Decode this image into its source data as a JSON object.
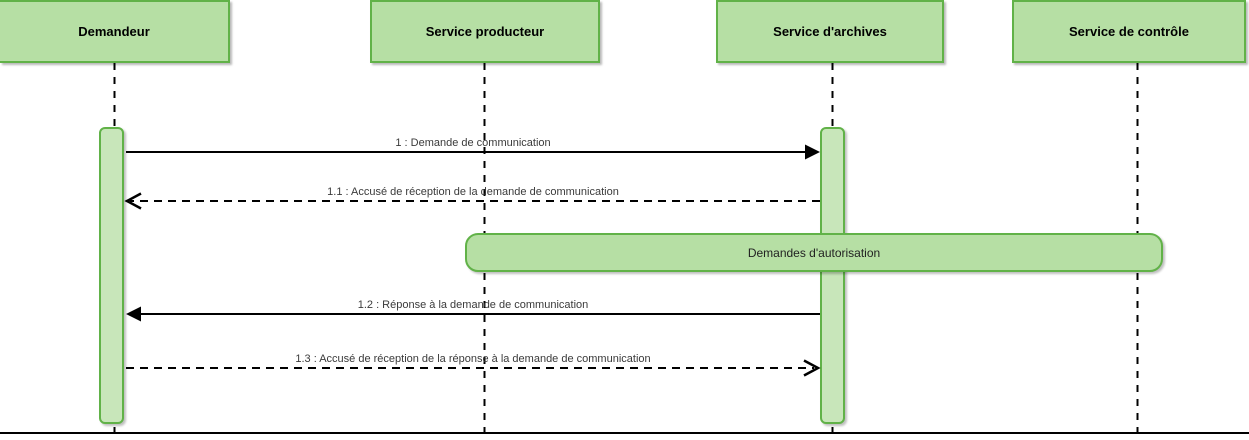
{
  "diagram_type": "uml-sequence",
  "actors": [
    {
      "name": "Demandeur"
    },
    {
      "name": "Service producteur"
    },
    {
      "name": "Service d'archives"
    },
    {
      "name": "Service de contrôle"
    }
  ],
  "messages": [
    {
      "label": "1 : Demande de communication",
      "from": "Demandeur",
      "to": "Service d'archives",
      "line": "solid",
      "arrowhead": "filled",
      "direction": "right"
    },
    {
      "label": "1.1 : Accusé de réception de la demande de communication",
      "from": "Service d'archives",
      "to": "Demandeur",
      "line": "dashed",
      "arrowhead": "open",
      "direction": "left"
    },
    {
      "label": "1.2 : Réponse à la demande de communication",
      "from": "Service d'archives",
      "to": "Demandeur",
      "line": "solid",
      "arrowhead": "filled",
      "direction": "left"
    },
    {
      "label": "1.3 : Accusé de réception de la réponse à la demande de communication",
      "from": "Demandeur",
      "to": "Service d'archives",
      "line": "dashed",
      "arrowhead": "open",
      "direction": "right"
    }
  ],
  "fragment": {
    "label": "Demandes d'autorisation"
  },
  "activations": [
    {
      "actor": "Demandeur"
    },
    {
      "actor": "Service d'archives"
    }
  ],
  "colors": {
    "actor_fill": "#b6dfa4",
    "actor_border": "#61b248",
    "activation_fill": "#c8e6ba",
    "line_color": "#000000",
    "label_color": "#3a3a3a"
  }
}
